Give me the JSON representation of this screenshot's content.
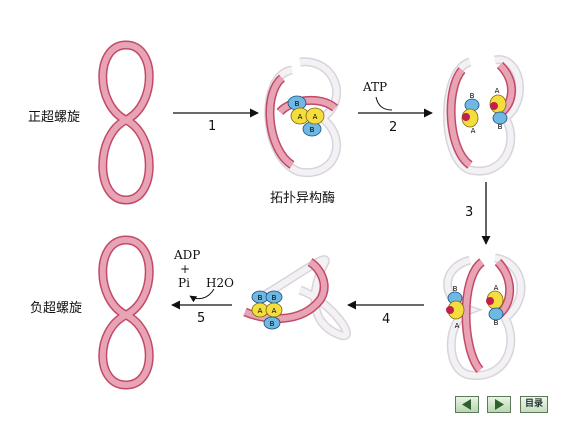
{
  "labels": {
    "positive_supercoil": "正超螺旋",
    "negative_supercoil": "负超螺旋",
    "topoisomerase": "拓扑异构酶"
  },
  "cofactors": {
    "atp": "ATP",
    "adp": "ADP",
    "plus": "+",
    "pi": "Pi",
    "water": "H2O"
  },
  "steps": [
    "1",
    "2",
    "3",
    "4",
    "5"
  ],
  "subunits": {
    "a": "A",
    "b": "B"
  },
  "nav": {
    "prev_icon": "triangle-left-icon",
    "next_icon": "triangle-right-icon",
    "menu_label": "目录"
  },
  "colors": {
    "dna_strand": "#e8a4b4",
    "dna_outline": "#c24a68",
    "dna_back": "#f3f1f4",
    "subunit_a": "#f4dd3c",
    "subunit_b": "#6fb8e4",
    "nav_arrow": "#2f5f2f"
  }
}
